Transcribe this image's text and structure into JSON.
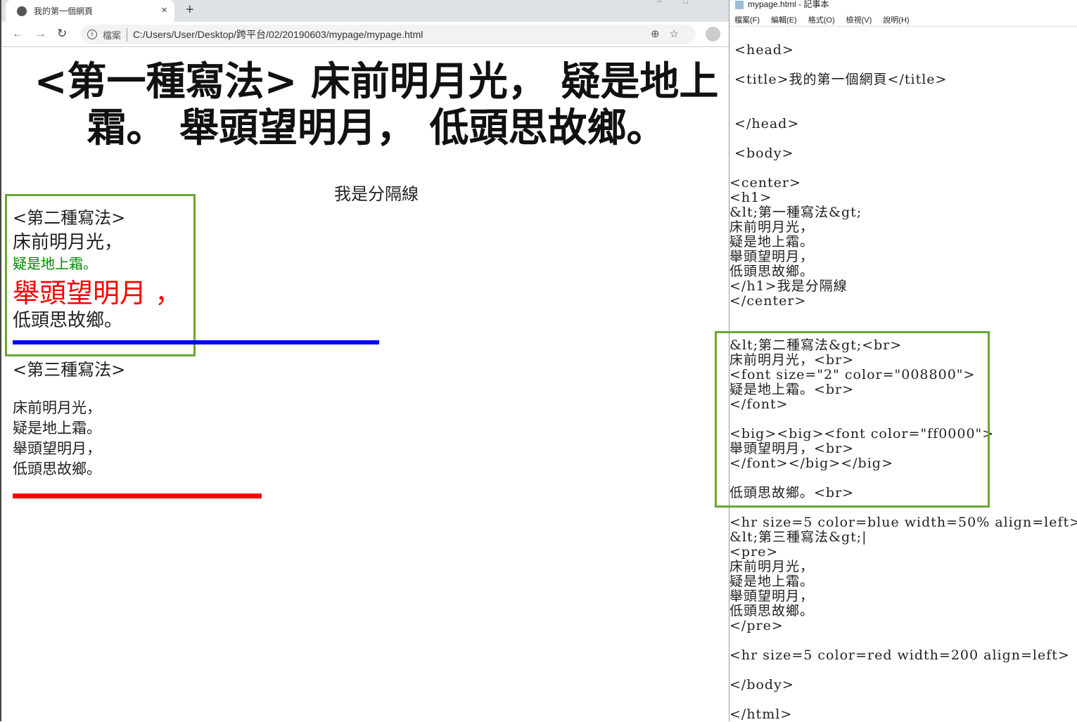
{
  "browser": {
    "tab_title": "我的第一個網頁",
    "new_tab": "+",
    "close_tab": "×",
    "security_label": "檔案",
    "url": "C:/Users/User/Desktop/跨平台/02/20190603/mypage/mypage.html"
  },
  "page": {
    "h1": "<第一種寫法> 床前明月光， 疑是地上霜。 舉頭望明月， 低頭思故鄉。",
    "separator": "我是分隔線",
    "second": {
      "heading": "<第二種寫法>",
      "line1": "床前明月光，",
      "line2": "疑是地上霜。",
      "line3": "舉頭望明月 ，",
      "line4": "低頭思故鄉。"
    },
    "third": {
      "heading": "<第三種寫法>",
      "lines": [
        "床前明月光，",
        "疑是地上霜。",
        "舉頭望明月，",
        "低頭思故鄉。"
      ]
    },
    "colors": {
      "green_text": "#008800",
      "red_text": "#ff0000",
      "blue_hr": "#0000ff",
      "red_hr": "#ff0000",
      "highlight_box": "#6aa632"
    },
    "blue_hr_width_percent": 50
  },
  "notepad": {
    "title": "mypage.html - 記事本",
    "menu": [
      "檔案(F)",
      "編輯(E)",
      "格式(O)",
      "檢視(V)",
      "說明(H)"
    ],
    "lines": [
      " <head>",
      "",
      " <title>我的第一個網頁</title>",
      "",
      "",
      " </head>",
      "",
      " <body>",
      "",
      "<center>",
      "<h1>",
      "&lt;第一種寫法&gt;",
      "床前明月光，",
      "疑是地上霜。",
      "舉頭望明月，",
      "低頭思故鄉。",
      "</h1>我是分隔線",
      "</center>",
      "",
      "",
      "&lt;第二種寫法&gt;<br>",
      "床前明月光，<br>",
      "<font size=\"2\" color=\"008800\">",
      "疑是地上霜。<br>",
      "</font>",
      "",
      "<big><big><font color=\"ff0000\">",
      "舉頭望明月，<br>",
      "</font></big></big>",
      "",
      "低頭思故鄉。<br>",
      "",
      "<hr size=5 color=blue width=50% align=left>",
      "&lt;第三種寫法&gt;|",
      "<pre>",
      "床前明月光，",
      "疑是地上霜。",
      "舉頭望明月，",
      "低頭思故鄉。",
      "</pre>",
      "",
      "<hr size=5 color=red width=200 align=left>",
      "",
      "</body>",
      "",
      "</html>"
    ]
  }
}
